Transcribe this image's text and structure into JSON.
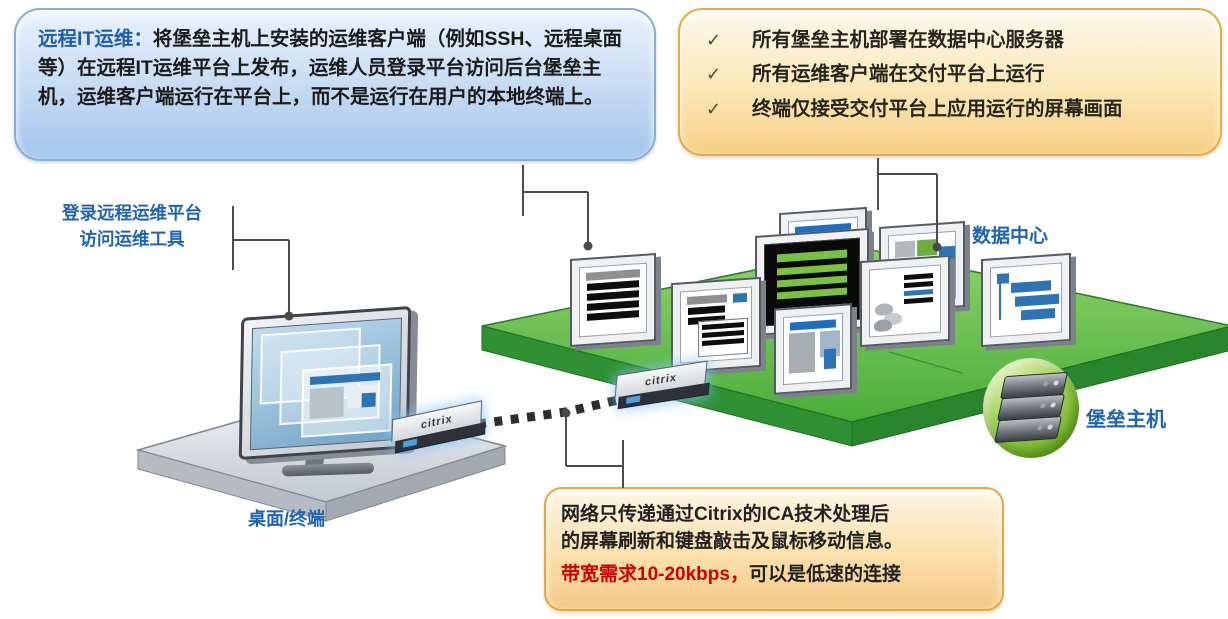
{
  "colors": {
    "label_blue": "#2064b0",
    "lead_blue": "#1f5fae",
    "highlight_red": "#d10000",
    "platform_green_top": "#5cb844",
    "platform_green_front": "#2f9133",
    "callout_blue_border": "#86aed8",
    "callout_orange_border": "#e9aa44",
    "connector_gray": "#4c4c4c"
  },
  "callout_remote": {
    "lead": "远程IT运维：",
    "body": "将堡垒主机上安装的运维客户端（例如SSH、远程桌面等）在远程IT运维平台上发布，运维人员登录平台访问后台堡垒主机，运维客户端运行在平台上，而不是运行在用户的本地终端上。"
  },
  "callout_checklist": {
    "check": "✓",
    "items": [
      "所有堡垒主机部署在数据中心服务器",
      "所有运维客户端在交付平台上运行",
      "终端仅接受交付平台上应用运行的屏幕画面"
    ]
  },
  "callout_network": {
    "line1": "网络只传递通过Citrix的ICA技术处理后",
    "line2": "的屏幕刷新和键盘敲击及鼠标移动信息。",
    "highlight": "带宽需求10-20kbps，",
    "tail": "可以是低速的连接"
  },
  "labels": {
    "login_line1": "登录远程运维平台",
    "login_line2": "访问运维工具",
    "data_center": "数据中心",
    "bastion_host": "堡垒主机",
    "desktop_terminal": "桌面/终端",
    "citrix": "citrix"
  }
}
